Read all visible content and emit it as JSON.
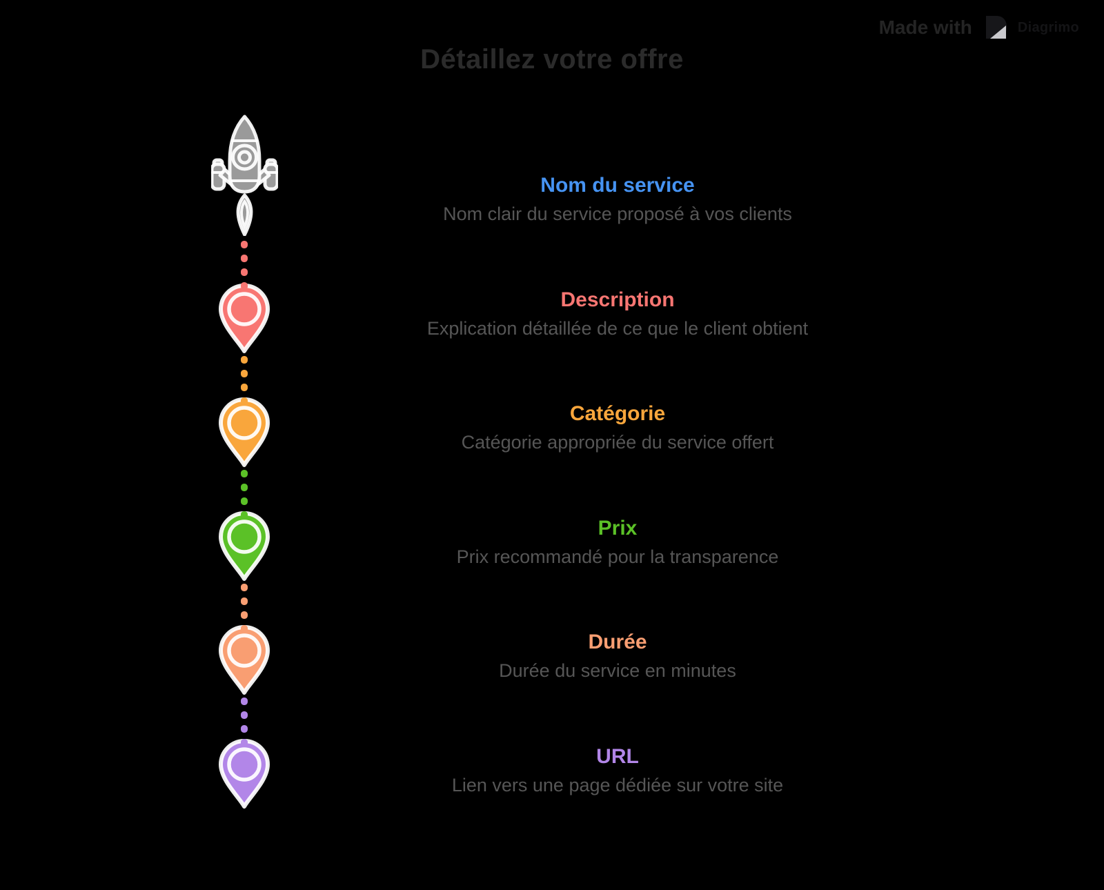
{
  "page": {
    "title": "Détaillez votre offre"
  },
  "watermark": {
    "made_with": "Made with",
    "brand": "Diagrimo",
    "logo_icon": "diagrimo-logo"
  },
  "colors": {
    "background": "#000000",
    "title": "#2B2B2B",
    "subtitle": "#565656",
    "rocket": "#9A9A9A",
    "pin_outline": "rgba(255,255,255,0.93)",
    "logo_dark": "#17171A",
    "logo_fold": "#CACACE"
  },
  "timeline": {
    "items": [
      {
        "heading": "Nom du service",
        "subtitle": "Nom clair du service proposé à vos clients",
        "color": "#4693F2",
        "marker": "rocket-icon"
      },
      {
        "heading": "Description",
        "subtitle": "Explication détaillée de ce que le client obtient",
        "color": "#F87672",
        "marker": "map-pin-icon"
      },
      {
        "heading": "Catégorie",
        "subtitle": "Catégorie appropriée du service offert",
        "color": "#F9A63C",
        "marker": "map-pin-icon"
      },
      {
        "heading": "Prix",
        "subtitle": "Prix recommandé pour la transparence",
        "color": "#5BC127",
        "marker": "map-pin-icon"
      },
      {
        "heading": "Durée",
        "subtitle": "Durée du service en minutes",
        "color": "#F99E72",
        "marker": "map-pin-icon"
      },
      {
        "heading": "URL",
        "subtitle": "Lien vers une page dédiée sur votre site",
        "color": "#B286E8",
        "marker": "map-pin-icon"
      }
    ]
  }
}
